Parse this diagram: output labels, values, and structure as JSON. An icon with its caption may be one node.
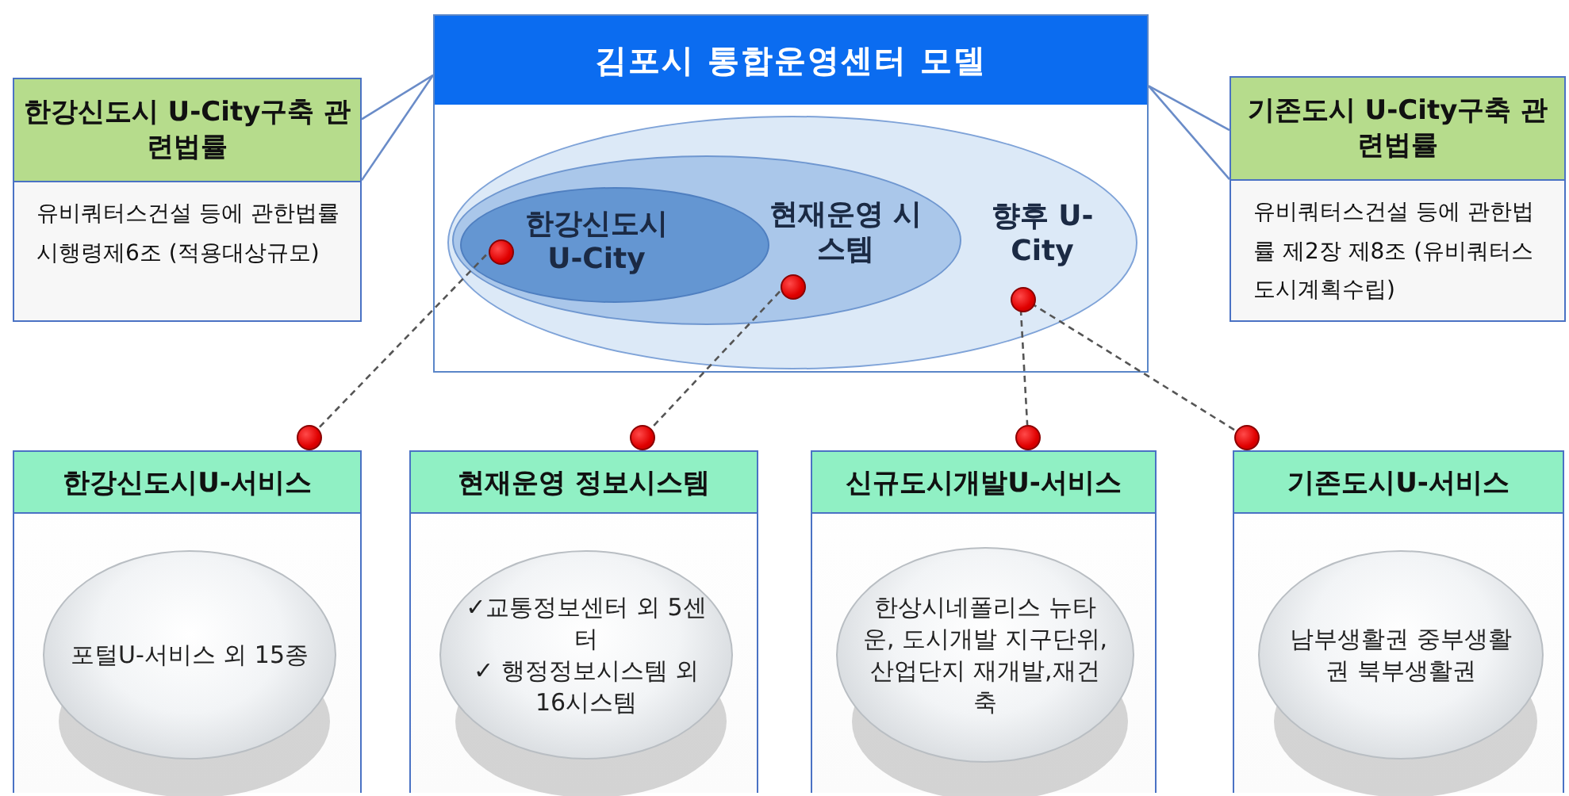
{
  "diagram": {
    "nodes": [
      {
        "text": [
          "김포시 통합운영센터 모델"
        ]
      },
      {
        "text": [
          "향후 U-City"
        ],
        "in": 0
      },
      {
        "text": [
          "현재운영 시스템"
        ],
        "in": 1
      },
      {
        "text": [
          "한강신도시 U-City"
        ],
        "in": 2
      },
      {
        "text": [],
        "shape": "circle",
        "in": 3
      },
      {
        "text": [],
        "shape": "circle",
        "in": 2
      },
      {
        "text": [],
        "shape": "circle",
        "in": 1
      },
      {
        "text": [
          "한강신도시 U-City구축 관련법률",
          "유비쿼터스건설 등에 관한법률 시행령제6조 (적용대상규모)"
        ]
      },
      {
        "text": [
          "기존도시 U-City구축 관련법률",
          "유비쿼터스건설 등에 관한법률 제2장 제8조 (유비쿼터스도시계획수립)"
        ]
      },
      {
        "text": [],
        "shape": "circle"
      },
      {
        "text": [],
        "shape": "circle"
      },
      {
        "text": [],
        "shape": "circle"
      },
      {
        "text": [],
        "shape": "circle"
      },
      {
        "text": [
          "한강신도시U-서비스"
        ]
      },
      {
        "text": [
          "포털U-서비스 외 15종"
        ],
        "in": 13
      },
      {
        "text": [
          "현재운영 정보시스템"
        ]
      },
      {
        "text": [
          "✓교통정보센터 외 5센터",
          "✓ 행정정보시스템 외 16시스템"
        ],
        "in": 15
      },
      {
        "text": [
          "신규도시개발U-서비스"
        ]
      },
      {
        "text": [
          "한상시네폴리스 뉴타운, 도시개발 지구단위, 산업단지 재개발,재건축"
        ],
        "in": 17
      },
      {
        "text": [
          "기존도시U-서비스"
        ]
      },
      {
        "text": [
          "남부생활권 중부생활권 북부생활권"
        ],
        "in": 19
      }
    ],
    "edges": [
      {
        "from": 4,
        "to": 9,
        "arrow": "none",
        "style": "dashed",
        "color": "#555555"
      },
      {
        "from": 5,
        "to": 10,
        "arrow": "none",
        "style": "dashed",
        "color": "#555555"
      },
      {
        "from": 6,
        "to": 11,
        "arrow": "none",
        "style": "dashed",
        "color": "#555555"
      },
      {
        "from": 6,
        "to": 12,
        "arrow": "none",
        "style": "dashed",
        "color": "#555555"
      },
      {
        "from": 0,
        "to": 7,
        "arrow": "none",
        "color": "#6a8cc8"
      },
      {
        "from": 0,
        "to": 7,
        "arrow": "none",
        "color": "#6a8cc8"
      },
      {
        "from": 0,
        "to": 8,
        "arrow": "none",
        "color": "#6a8cc8"
      },
      {
        "from": 0,
        "to": 8,
        "arrow": "none",
        "color": "#6a8cc8"
      }
    ]
  }
}
